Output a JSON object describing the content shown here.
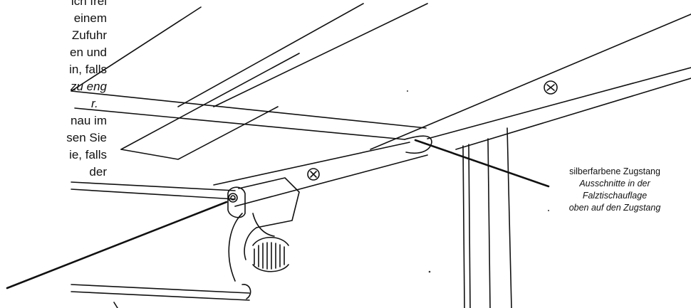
{
  "paragraph_lines": [
    "ich frei",
    "einem",
    "Zufuhr",
    "en und",
    "in, falls",
    "zu eng",
    "r.",
    "nau im",
    "sen Sie",
    "ie, falls",
    "der"
  ],
  "callout": {
    "line1": "silberfarbene Zugstang",
    "line2": "Ausschnitte in der",
    "line3": "Falztischauflage",
    "line4": "oben auf den Zugstang"
  }
}
